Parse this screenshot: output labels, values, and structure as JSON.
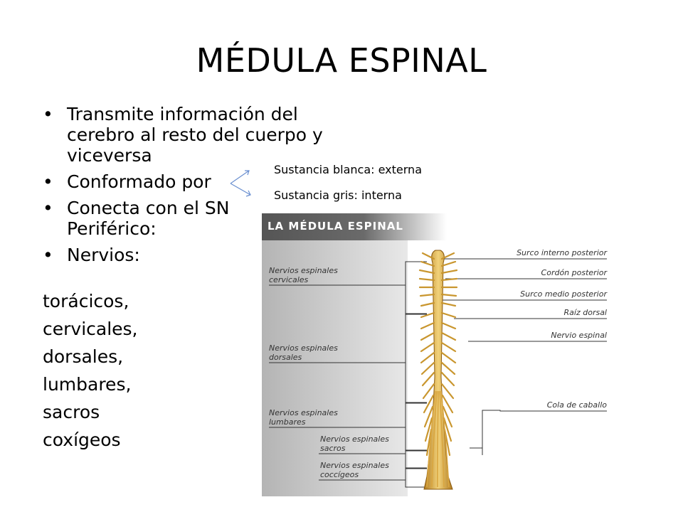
{
  "title": "MÉDULA ESPINAL",
  "bullets": [
    "Transmite información del cerebro al resto del cuerpo y viceversa",
    "Conformado por",
    "Conecta con el SN Periférico:",
    "Nervios:"
  ],
  "nerve_list": [
    "torácicos,",
    "cervicales,",
    "dorsales,",
    "lumbares,",
    "sacros",
    "coxígeos"
  ],
  "sustancia": [
    "Sustancia blanca: externa",
    "Sustancia gris: interna"
  ],
  "figure": {
    "header": "LA MÉDULA ESPINAL",
    "left_labels": [
      [
        "Nervios espinales",
        "cervicales"
      ],
      [
        "Nervios espinales",
        "dorsales"
      ],
      [
        "Nervios espinales",
        "lumbares"
      ],
      [
        "Nervios espinales",
        "sacros"
      ],
      [
        "Nervios espinales",
        "coccígeos"
      ]
    ],
    "right_labels": [
      "Surco interno posterior",
      "Cordón posterior",
      "Surco medio posterior",
      "Raíz dorsal",
      "Nervio espinal",
      "Cola de caballo"
    ]
  }
}
